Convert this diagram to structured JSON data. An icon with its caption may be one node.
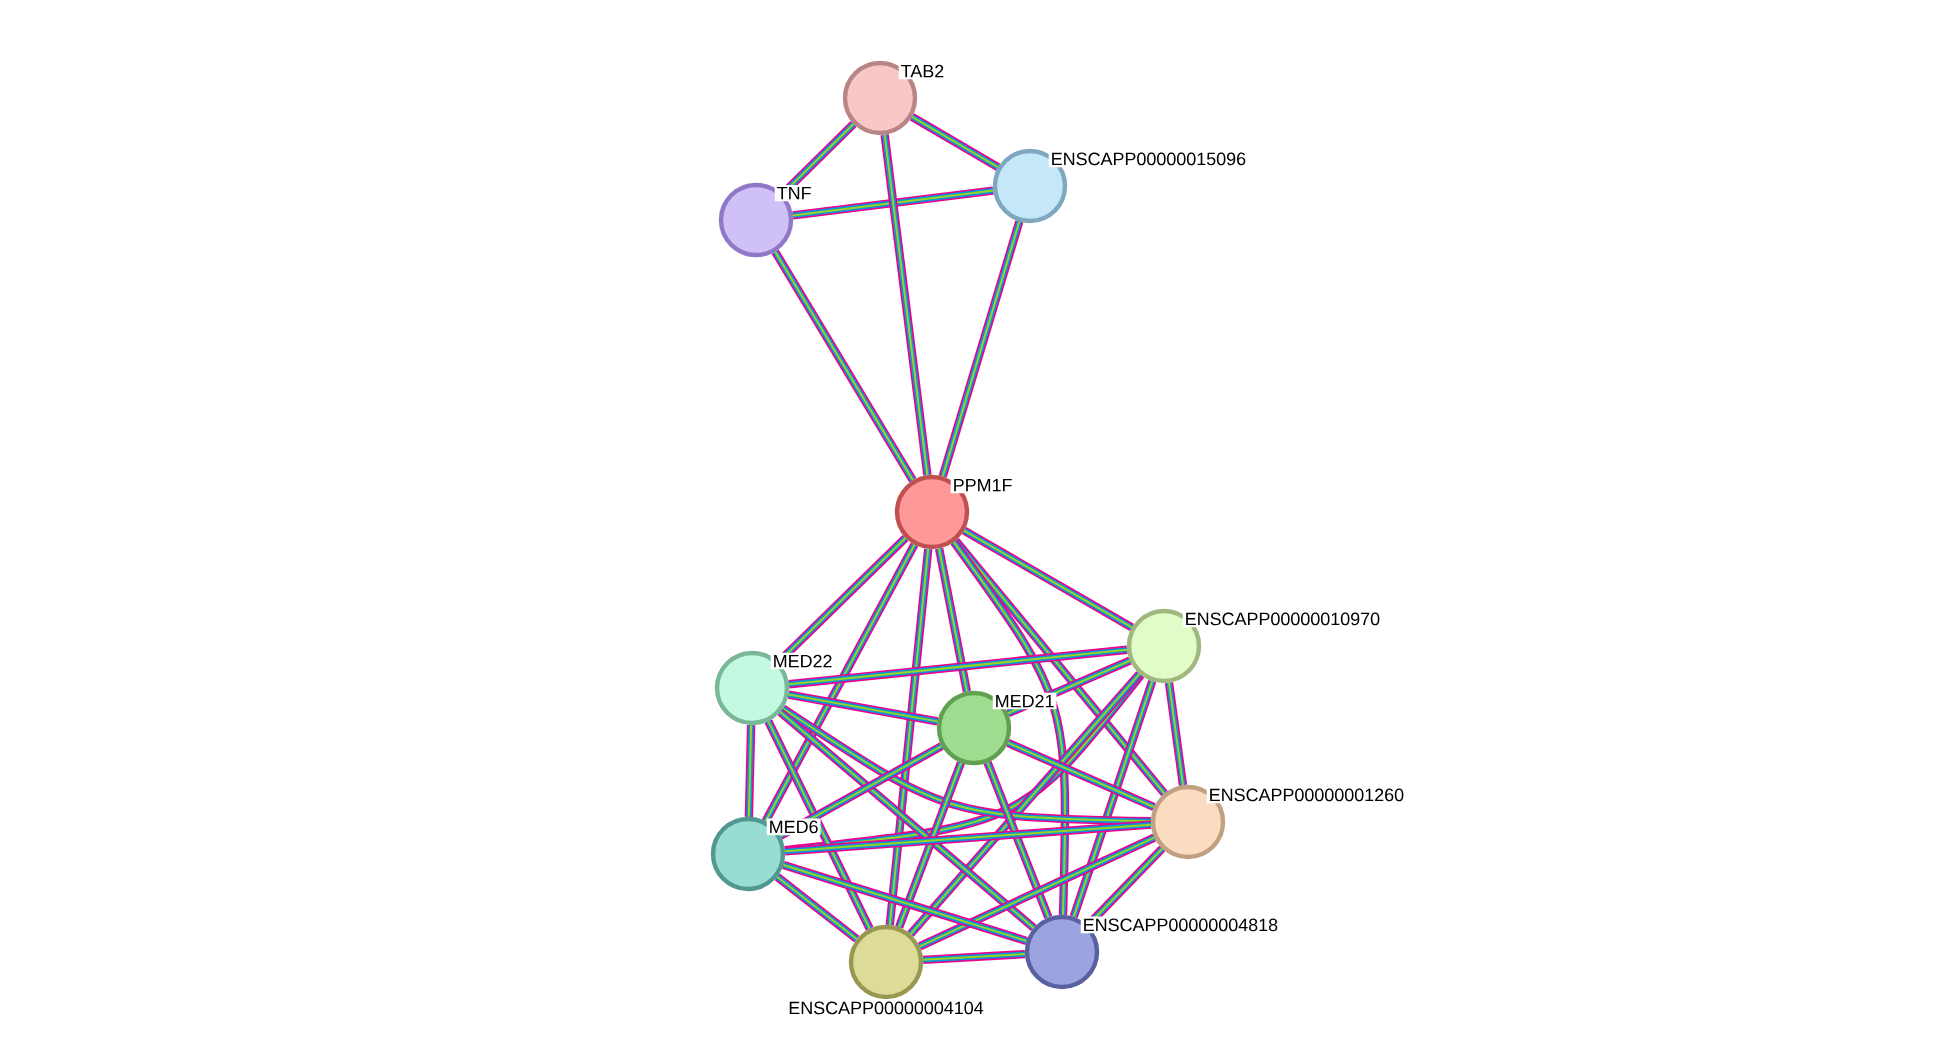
{
  "diagram": {
    "nodes": [
      {
        "text": [
          "TAB2"
        ]
      },
      {
        "text": [
          "ENSCAPP00000015096"
        ]
      },
      {
        "text": [
          "TNF"
        ]
      },
      {
        "text": [
          "PPM1F"
        ]
      },
      {
        "text": [
          "ENSCAPP00000010970"
        ]
      },
      {
        "text": [
          "MED22"
        ]
      },
      {
        "text": [
          "MED21"
        ]
      },
      {
        "text": [
          "ENSCAPP00000001260"
        ]
      },
      {
        "text": [
          "MED6"
        ]
      },
      {
        "text": [
          "ENSCAPP00000004104"
        ]
      },
      {
        "text": [
          "ENSCAPP00000004818"
        ]
      }
    ],
    "edges": [
      {
        "from": 0,
        "to": 1,
        "arrow": "none"
      },
      {
        "from": 0,
        "to": 2,
        "arrow": "none"
      },
      {
        "from": 1,
        "to": 2,
        "arrow": "none"
      },
      {
        "from": 0,
        "to": 3,
        "arrow": "none"
      },
      {
        "from": 1,
        "to": 3,
        "arrow": "none"
      },
      {
        "from": 2,
        "to": 3,
        "arrow": "none"
      },
      {
        "from": 3,
        "to": 4,
        "arrow": "none"
      },
      {
        "from": 3,
        "to": 5,
        "arrow": "none"
      },
      {
        "from": 3,
        "to": 6,
        "arrow": "none"
      },
      {
        "from": 3,
        "to": 7,
        "arrow": "none"
      },
      {
        "from": 3,
        "to": 8,
        "arrow": "none"
      },
      {
        "from": 3,
        "to": 9,
        "arrow": "none"
      },
      {
        "from": 3,
        "to": 10,
        "arrow": "none"
      },
      {
        "from": 4,
        "to": 5,
        "arrow": "none"
      },
      {
        "from": 4,
        "to": 6,
        "arrow": "none"
      },
      {
        "from": 4,
        "to": 7,
        "arrow": "none"
      },
      {
        "from": 4,
        "to": 8,
        "arrow": "none"
      },
      {
        "from": 4,
        "to": 9,
        "arrow": "none"
      },
      {
        "from": 4,
        "to": 10,
        "arrow": "none"
      },
      {
        "from": 5,
        "to": 6,
        "arrow": "none"
      },
      {
        "from": 5,
        "to": 7,
        "arrow": "none"
      },
      {
        "from": 5,
        "to": 8,
        "arrow": "none"
      },
      {
        "from": 5,
        "to": 9,
        "arrow": "none"
      },
      {
        "from": 5,
        "to": 10,
        "arrow": "none"
      },
      {
        "from": 6,
        "to": 7,
        "arrow": "none"
      },
      {
        "from": 6,
        "to": 8,
        "arrow": "none"
      },
      {
        "from": 6,
        "to": 9,
        "arrow": "none"
      },
      {
        "from": 6,
        "to": 10,
        "arrow": "none"
      },
      {
        "from": 7,
        "to": 8,
        "arrow": "none"
      },
      {
        "from": 7,
        "to": 9,
        "arrow": "none"
      },
      {
        "from": 7,
        "to": 10,
        "arrow": "none"
      },
      {
        "from": 8,
        "to": 9,
        "arrow": "none"
      },
      {
        "from": 8,
        "to": 10,
        "arrow": "none"
      },
      {
        "from": 9,
        "to": 10,
        "arrow": "none"
      }
    ]
  }
}
